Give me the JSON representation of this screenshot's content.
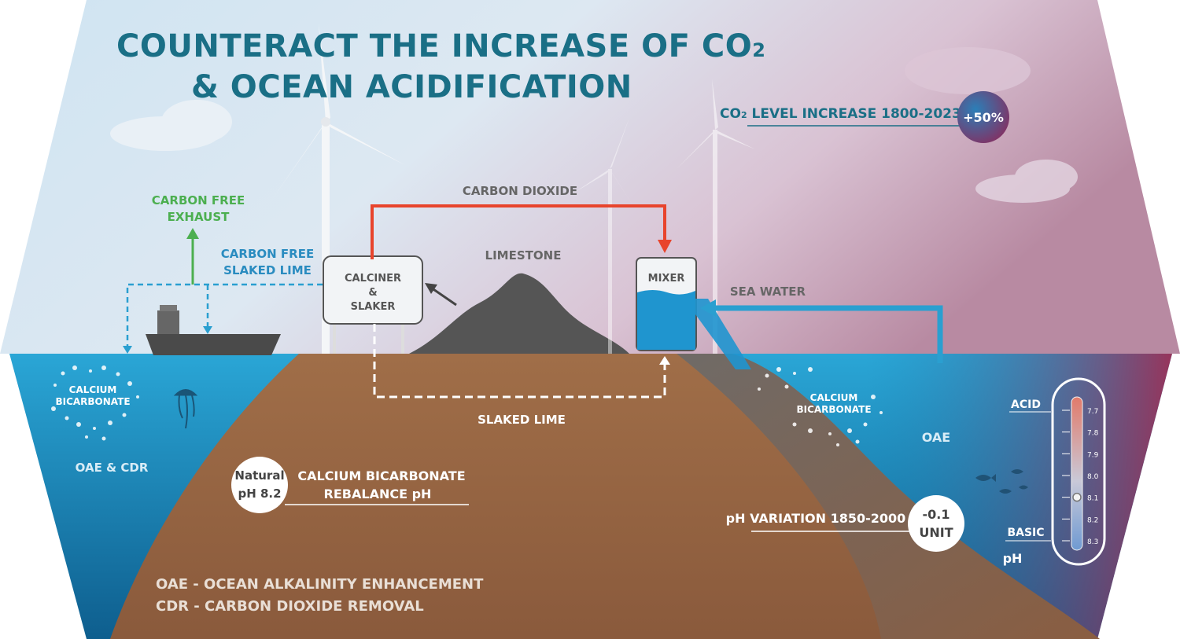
{
  "title": {
    "line1": "COUNTERACT THE INCREASE OF CO",
    "line1_sub": "2",
    "line2": "& OCEAN ACIDIFICATION"
  },
  "co2_increase": {
    "label_prefix": "CO",
    "label_sub": "2",
    "label_suffix": " LEVEL INCREASE 1800-2023",
    "value": "+50%"
  },
  "labels": {
    "carbon_free_exhaust_1": "CARBON FREE",
    "carbon_free_exhaust_2": "EXHAUST",
    "carbon_free_lime_1": "CARBON FREE",
    "carbon_free_lime_2": "SLAKED LIME",
    "carbon_dioxide": "CARBON DIOXIDE",
    "limestone": "LIMESTONE",
    "calciner_1": "CALCINER",
    "calciner_2": "&",
    "calciner_3": "SLAKER",
    "mixer": "MIXER",
    "sea_water": "SEA WATER",
    "slaked_lime": "SLAKED LIME",
    "bicarb_left_1": "CALCIUM",
    "bicarb_left_2": "BICARBONATE",
    "bicarb_right_1": "CALCIUM",
    "bicarb_right_2": "BICARBONATE",
    "oae_cdr": "OAE & CDR",
    "oae": "OAE",
    "natural_1": "Natural",
    "natural_2": "pH 8.2",
    "rebalance_1": "CALCIUM BICARBONATE",
    "rebalance_2": "REBALANCE pH",
    "ph_variation": "pH VARIATION 1850-2000",
    "ph_change_1": "-0.1",
    "ph_change_2": "UNIT",
    "legend_oae": "OAE - OCEAN ALKALINITY ENHANCEMENT",
    "legend_cdr": "CDR - CARBON DIOXIDE REMOVAL"
  },
  "ph_scale": {
    "acid": "ACID",
    "basic": "BASIC",
    "unit": "pH",
    "ticks": [
      "7.7",
      "7.8",
      "7.9",
      "8.0",
      "8.1",
      "8.2",
      "8.3"
    ],
    "marker_value": 8.1
  },
  "colors": {
    "title": "#1a6f86",
    "co2_arrow": "#e8442c",
    "exhaust": "#4caf50",
    "lime_dashed": "#2a9fd0",
    "sea_water_arrow": "#2a9fd0",
    "ocean": "#1e8fc4",
    "land": "#9a6a47",
    "rock": "#585858"
  }
}
